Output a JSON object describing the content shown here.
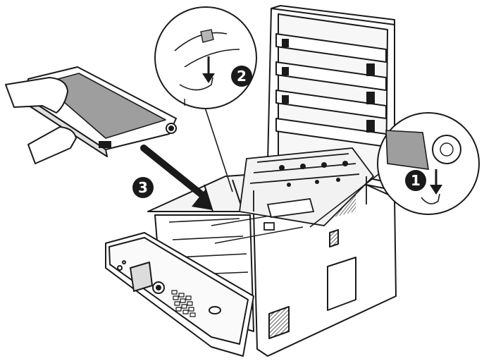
{
  "steps": {
    "step1": {
      "number": "1"
    },
    "step2": {
      "number": "2"
    },
    "step3": {
      "number": "3"
    }
  },
  "colors": {
    "line": "#1a1a1a",
    "fill": "#ffffff",
    "shade": "#bdbdbd",
    "badge": "#1a1a1a"
  },
  "icons": {
    "step1": "lever-down-arrow-icon",
    "step2": "release-lever-arrow-icon",
    "step3": "insertion-arrow-icon"
  }
}
